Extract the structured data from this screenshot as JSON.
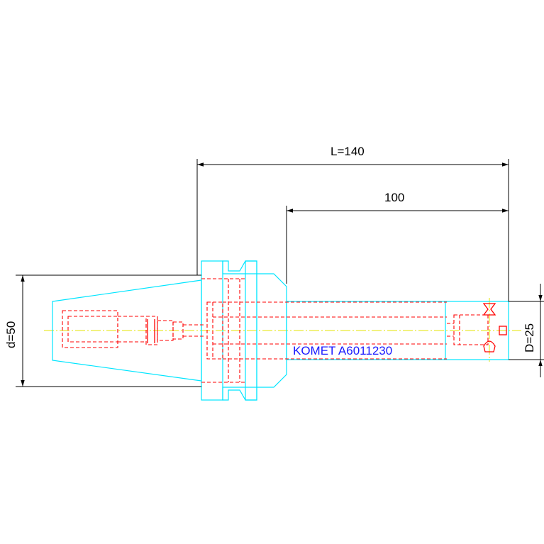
{
  "dimensions": {
    "overall_length": "L=140",
    "projection_length": "100",
    "shank_diameter": "d=50",
    "body_diameter": "D=25"
  },
  "part_label": "KOMET A6011230",
  "colors": {
    "outline": "#00e5ff",
    "hidden_lines": "#ff0000",
    "centerline": "#e6e600",
    "dimension_lines": "#000000",
    "label": "#1a1aff"
  }
}
